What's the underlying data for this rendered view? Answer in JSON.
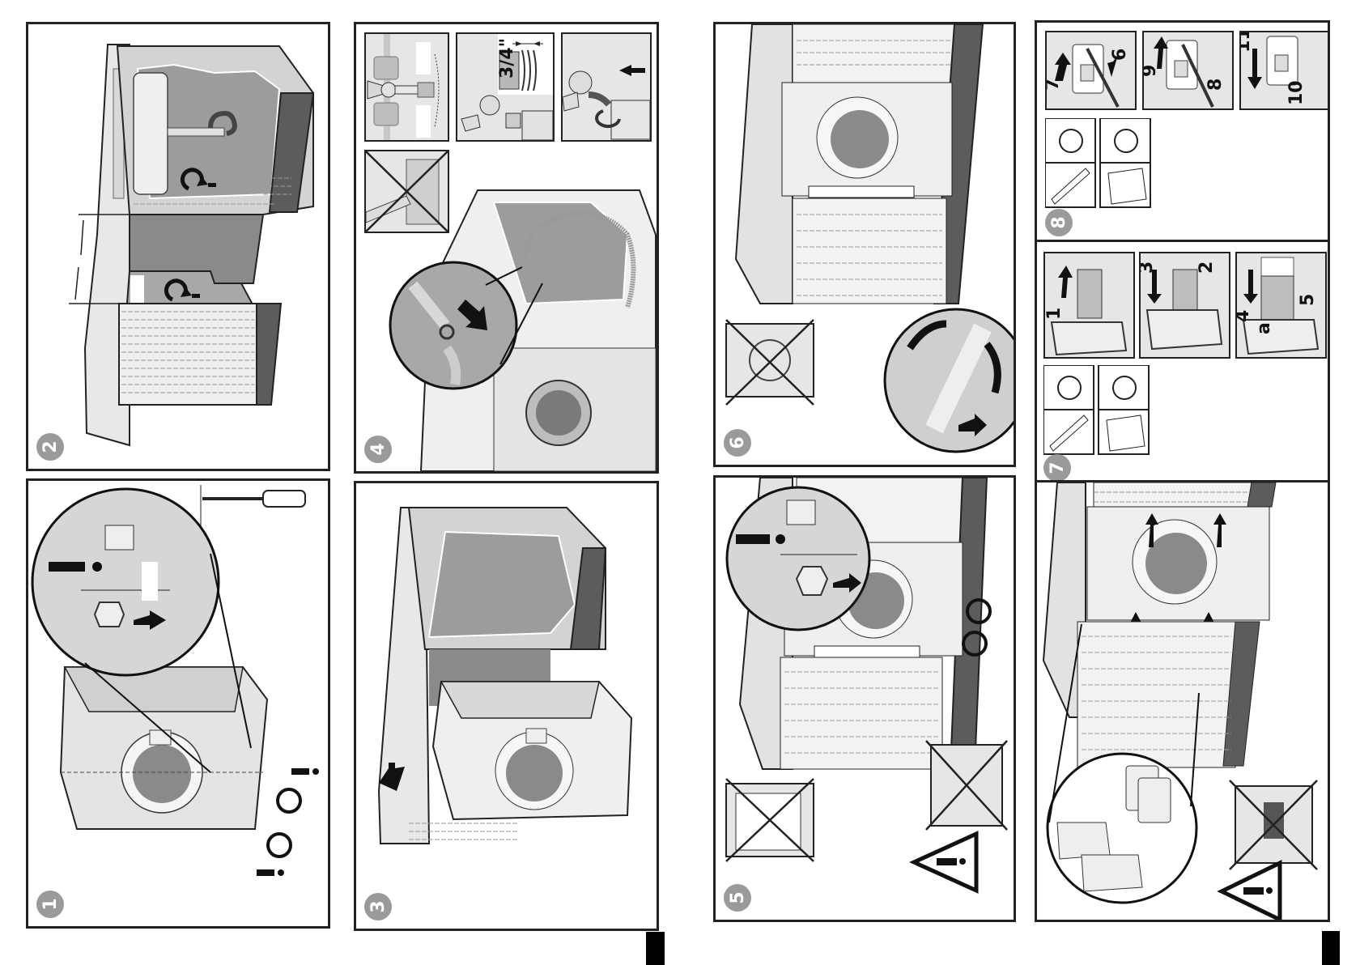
{
  "document": {
    "type": "installation-instructions",
    "subject": "integrated washing machine installation",
    "colors": {
      "border": "#222222",
      "badge": "#9a9a9a",
      "wall_dark": "#5e5e5e",
      "surface_light": "#e6e6e6",
      "surface_mid": "#cfcfcf",
      "surface_dark": "#8a8a8a"
    }
  },
  "panels": [
    {
      "step": "2",
      "description": "Cabinet niche with water tap and drain siphon; rotate arrows; height dimension markers"
    },
    {
      "step": "4",
      "description": "Connect inlet hose to 3/4\" tap thread; drain hose to siphon",
      "thread_label": "3/4\"",
      "subpanels": [
        "tap orientation",
        "3/4\" thread",
        "hand-tighten hose"
      ]
    },
    {
      "step": "1",
      "description": "Adjust hinge/bolt with screwdriver; measure gap"
    },
    {
      "step": "3",
      "description": "Slide washing machine into niche"
    },
    {
      "step": "6",
      "description": "Tighten lock nuts with spanner; level the appliance"
    },
    {
      "step": "5",
      "description": "Set bolt distance; loosen nuts; do not use power tools"
    },
    {
      "step": "8",
      "description": "Attach hinge cover plates",
      "sequence_labels": [
        "6",
        "7",
        "8",
        "9",
        "10",
        "11"
      ]
    },
    {
      "step": "7",
      "description": "Mount hinge plates to door",
      "sequence_labels": [
        "1",
        "2",
        "3",
        "4",
        "5",
        "a"
      ]
    }
  ],
  "symbols": {
    "warning": "!",
    "caution_mark": "!"
  }
}
